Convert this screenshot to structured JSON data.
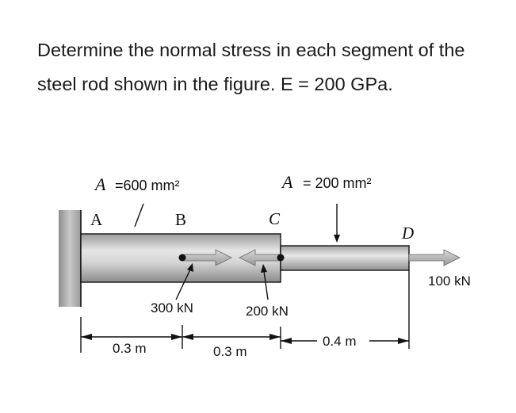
{
  "problem": {
    "text": "Determine the normal stress in each segment of the steel rod shown in the figure. E = 200 GPa."
  },
  "figure": {
    "area_left": {
      "symbol": "A",
      "value": "=600 mm²"
    },
    "area_right": {
      "symbol": "A",
      "value": "= 200 mm²"
    },
    "points": {
      "a": "A",
      "b": "B",
      "c": "C",
      "d": "D"
    },
    "loads": {
      "at_b": "300 kN",
      "at_c": "200 kN",
      "at_d": "100 kN"
    },
    "dimensions": {
      "ab": "0.3 m",
      "bc": "0.3 m",
      "cd": "0.4 m"
    }
  }
}
